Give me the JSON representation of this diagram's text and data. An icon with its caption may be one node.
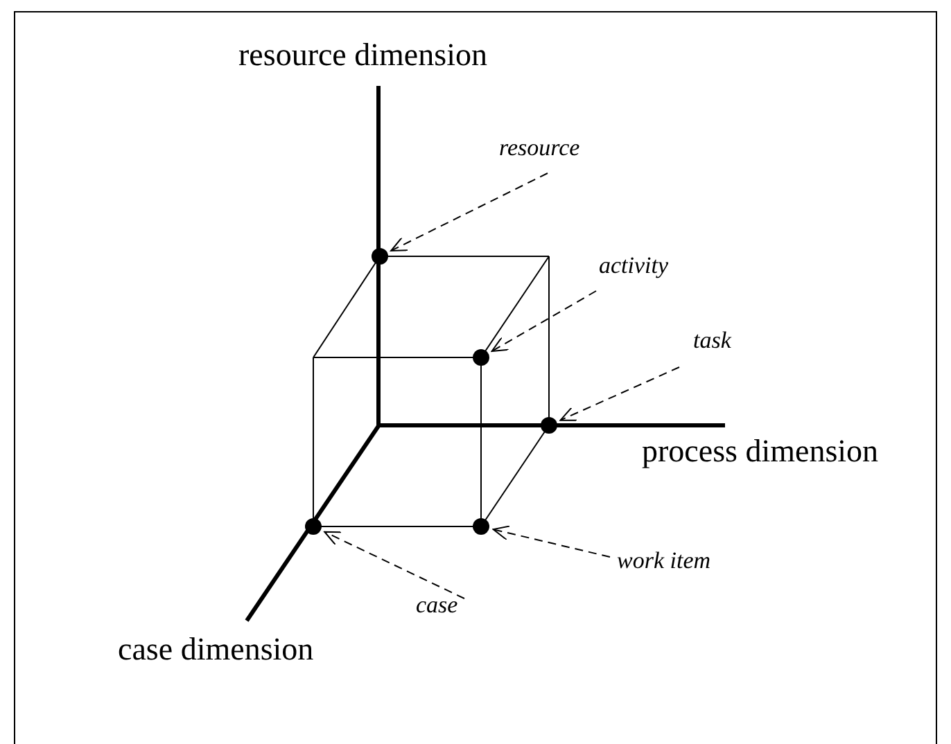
{
  "diagram": {
    "nodes": [
      {
        "text": [
          "resource"
        ]
      },
      {
        "text": [
          "activity"
        ]
      },
      {
        "text": [
          "task"
        ]
      },
      {
        "text": [
          "work item"
        ]
      },
      {
        "text": [
          "case"
        ]
      },
      {
        "text": [],
        "shape": "circle"
      },
      {
        "text": [],
        "shape": "circle"
      },
      {
        "text": [],
        "shape": "circle"
      },
      {
        "text": [],
        "shape": "circle"
      },
      {
        "text": [],
        "shape": "circle"
      }
    ],
    "edges": [
      {
        "from": 0,
        "to": 5,
        "arrow": "to",
        "style": "dashed"
      },
      {
        "from": 1,
        "to": 6,
        "arrow": "to",
        "style": "dashed"
      },
      {
        "from": 2,
        "to": 7,
        "arrow": "to",
        "style": "dashed"
      },
      {
        "from": 3,
        "to": 9,
        "arrow": "to",
        "style": "dashed"
      },
      {
        "from": 4,
        "to": 8,
        "arrow": "to",
        "style": "dashed"
      }
    ],
    "labels": [
      "resource dimension",
      "process dimension",
      "case dimension"
    ]
  }
}
